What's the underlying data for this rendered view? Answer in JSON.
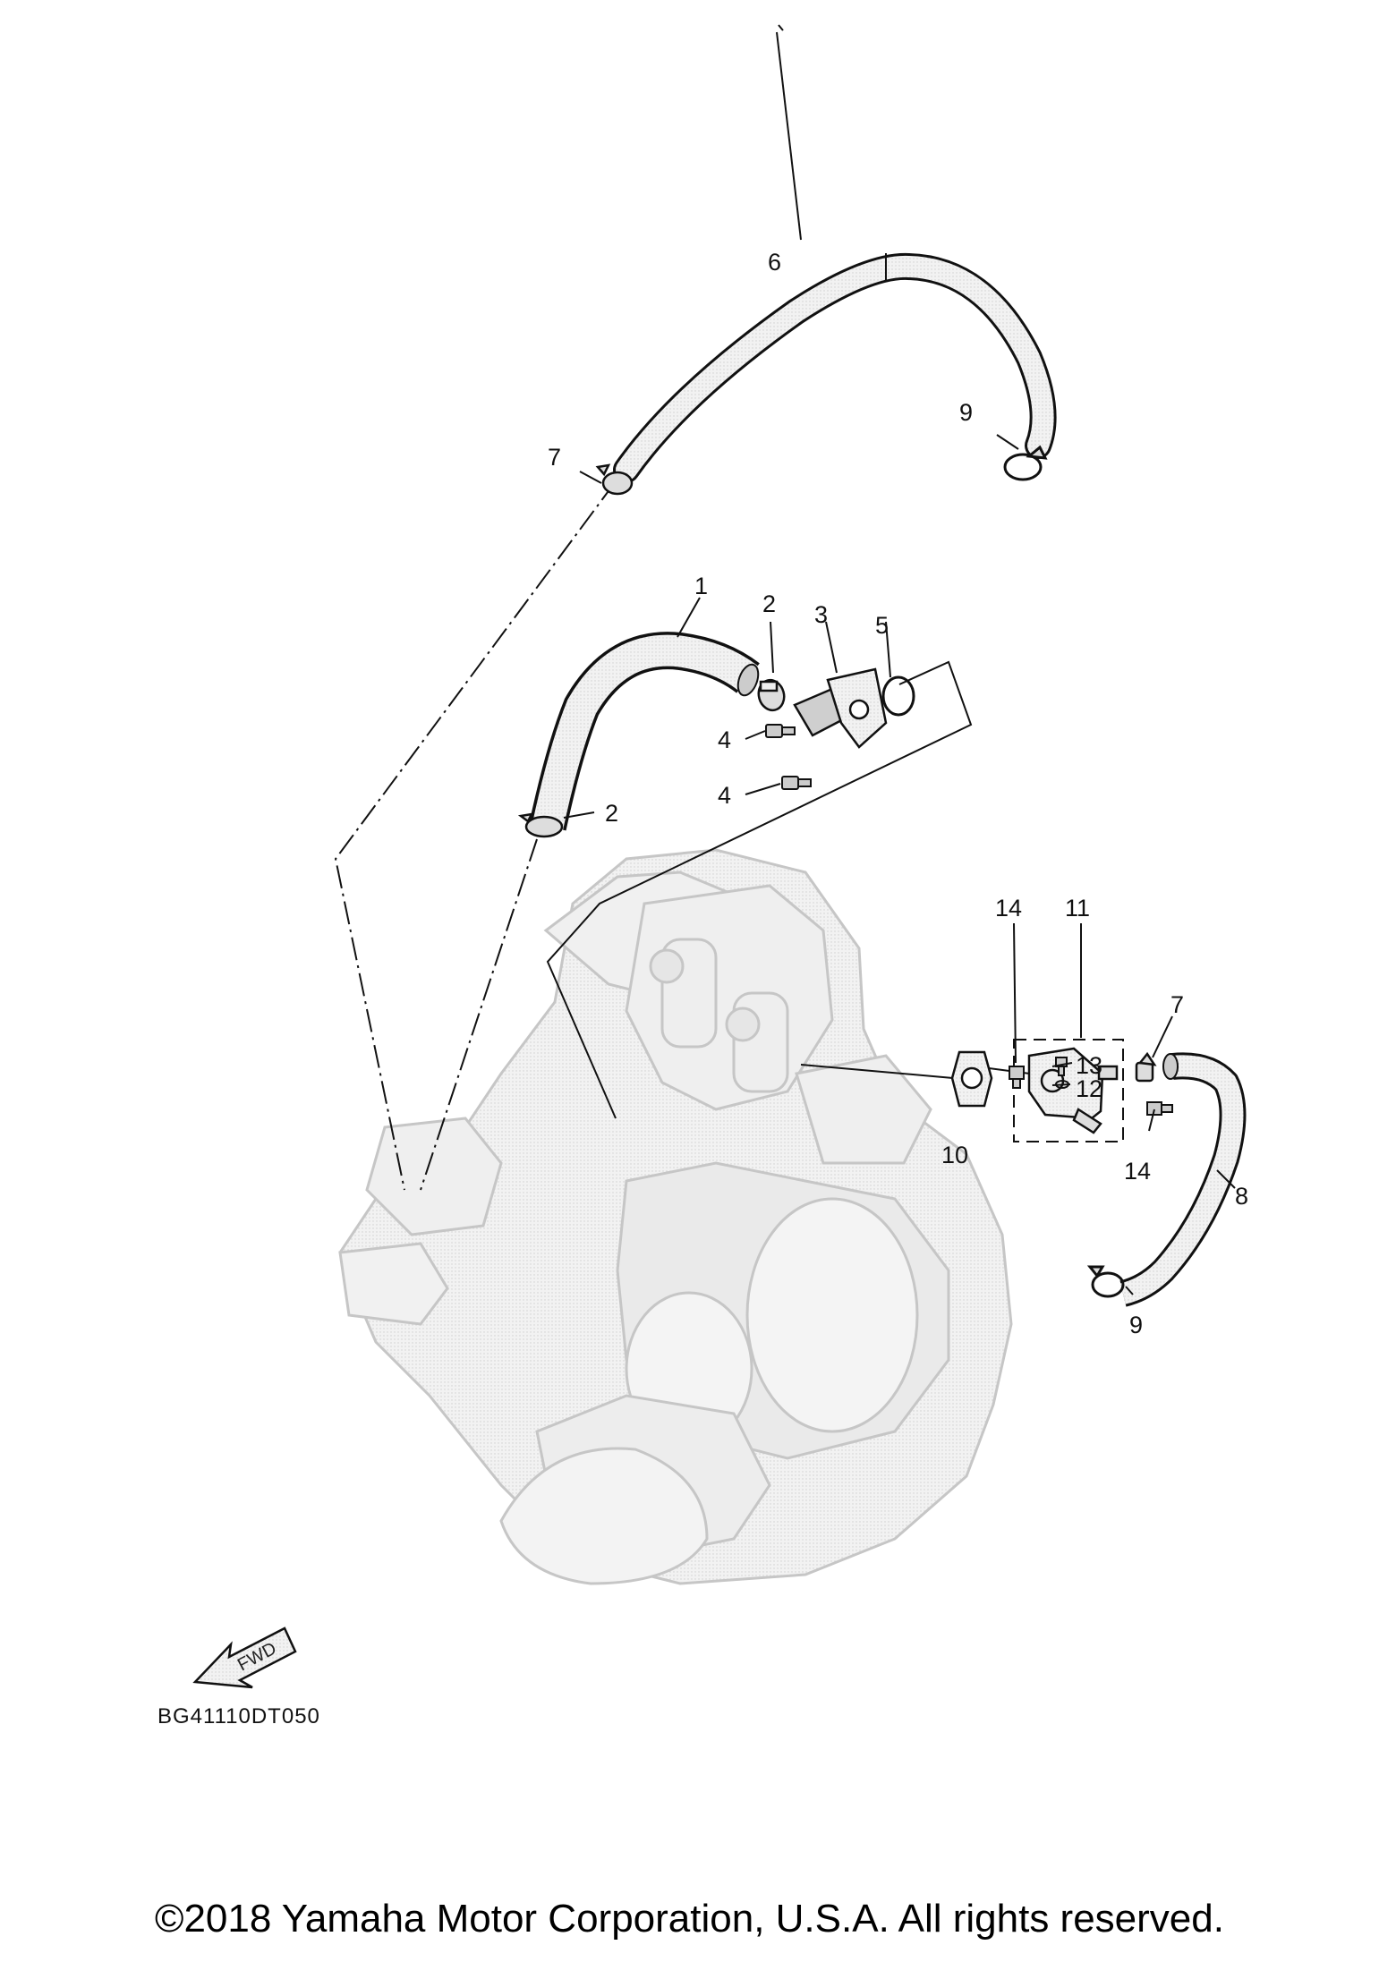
{
  "diagram": {
    "part_labels": [
      "1",
      "2",
      "2",
      "3",
      "4",
      "4",
      "5",
      "6",
      "7",
      "7",
      "8",
      "9",
      "9",
      "10",
      "11",
      "12",
      "13",
      "14",
      "14"
    ],
    "diagram_code": "BG41110DT050",
    "fwd_label": "FWD",
    "copyright": "©2018 Yamaha Motor Corporation, U.S.A. All rights reserved."
  },
  "colors": {
    "line": "#111111",
    "hose_fill": "#b9b9b9",
    "engine_fill": "#ececec",
    "engine_stroke": "#c4c4c4"
  }
}
